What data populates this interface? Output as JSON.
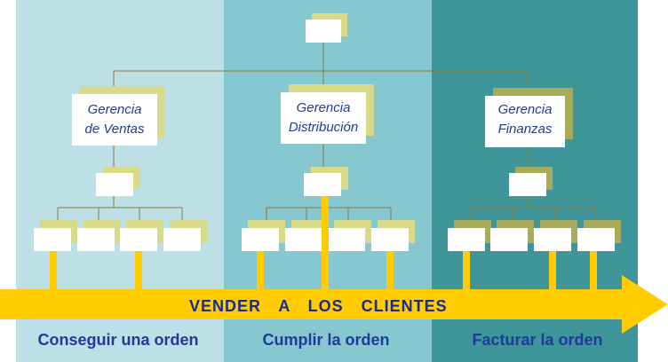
{
  "departments": [
    {
      "line1": "Gerencia",
      "line2": "de Ventas"
    },
    {
      "line1": "Gerencia",
      "line2": "Distribución"
    },
    {
      "line1": "Gerencia",
      "line2": "Finanzas"
    }
  ],
  "process_arrow": {
    "label": "VENDER   A   LOS   CLIENTES"
  },
  "phases": [
    {
      "label": "Conseguir una orden"
    },
    {
      "label": "Cumplir la orden"
    },
    {
      "label": "Facturar la orden"
    }
  ],
  "colors": {
    "phase_1_bg": "#bde0e6",
    "phase_2_bg": "#86c8cf",
    "phase_3_bg": "#3e959a",
    "arrow": "#ffcc00",
    "box_shadow": "#d9d98a",
    "box_shadow_dark": "#a9ab5c",
    "connector": "#8a7a3a",
    "text": "#1f3a9e"
  }
}
